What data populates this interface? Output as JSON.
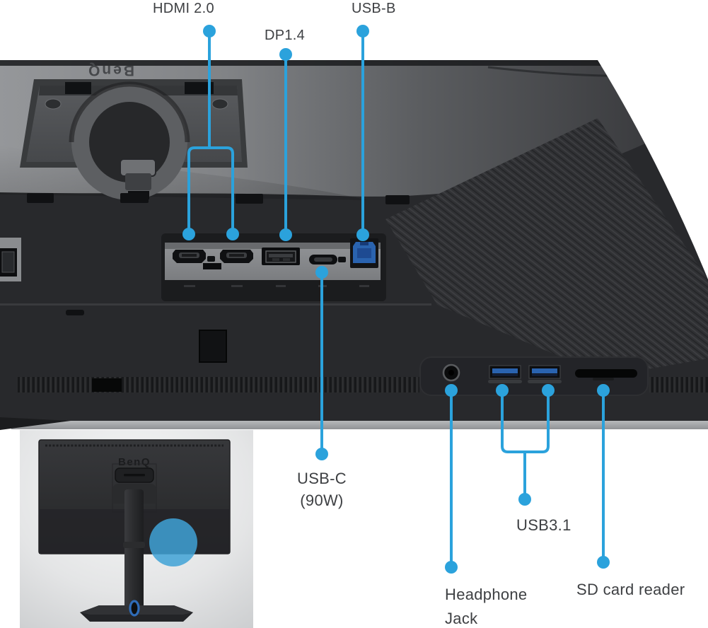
{
  "figure": {
    "type": "monitor-rear-port-diagram",
    "brand_logo": "BenQ",
    "accent_color": "#2ba2dc",
    "label_color": "#3e4043",
    "usb_plug_color": "#2a63af",
    "background_color": "#ffffff"
  },
  "callouts": {
    "hdmi": {
      "label": "HDMI 2.0"
    },
    "dp": {
      "label": "DP1.4"
    },
    "usb_b": {
      "label": "USB-B"
    },
    "usb_c": {
      "line1": "USB-C",
      "line2": "(90W)"
    },
    "headphone": {
      "line1": "Headphone",
      "line2": "Jack"
    },
    "usb31": {
      "label": "USB3.1"
    },
    "sd": {
      "label": "SD card reader"
    }
  },
  "ports": [
    "hdmi-port-1",
    "hdmi-port-2",
    "displayport",
    "usb-c-port",
    "usb-b-port",
    "headphone-jack",
    "usb-a-port-1",
    "usb-a-port-2",
    "sd-card-slot"
  ],
  "small_monitor": {
    "brand_logo": "BenQ"
  }
}
